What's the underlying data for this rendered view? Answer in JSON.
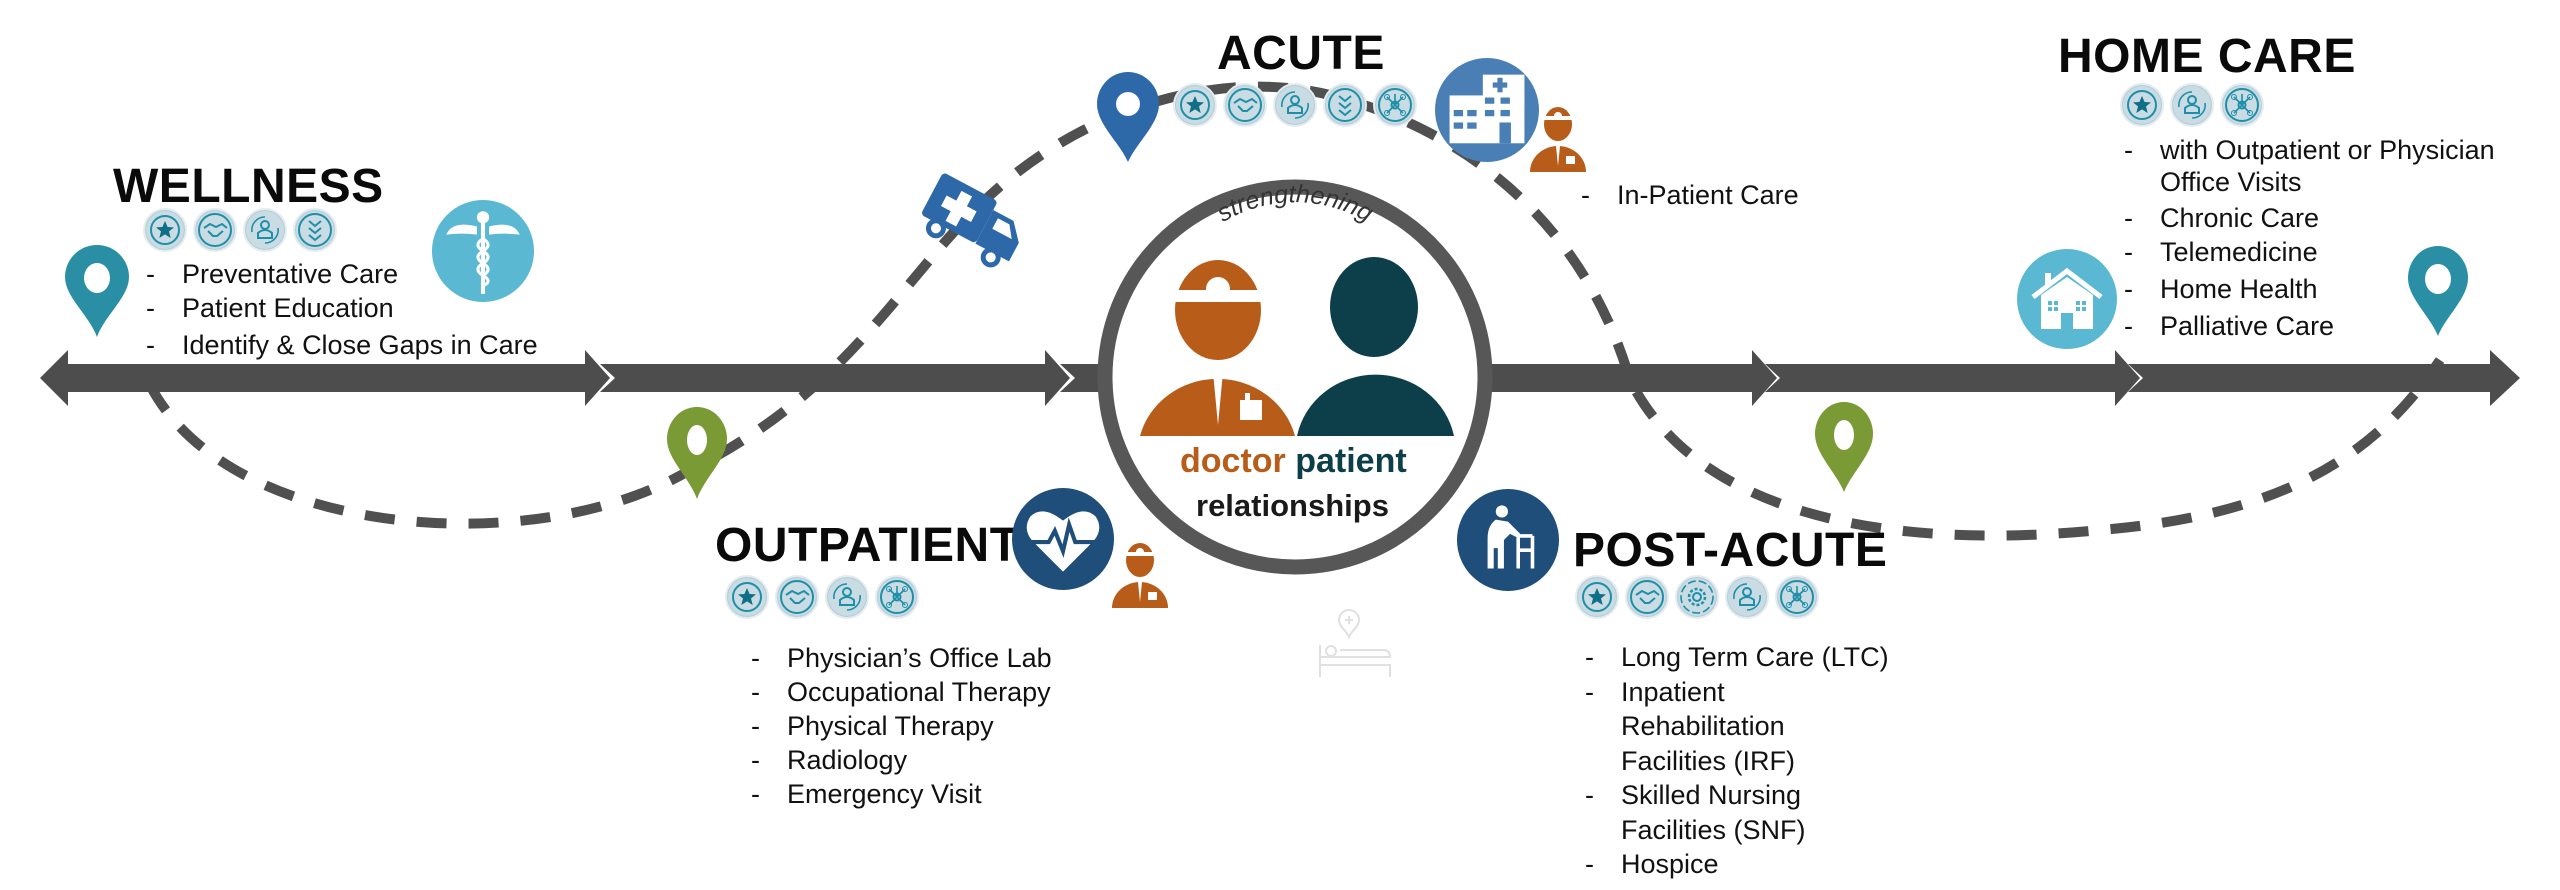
{
  "diagram": {
    "center": {
      "arc_label": "strengthening",
      "word_doctor": "doctor",
      "word_patient": "patient",
      "word_relationships": "relationships"
    },
    "stages": {
      "wellness": {
        "title": "WELLNESS",
        "badges": [
          "star-badge-icon",
          "handshake-badge-icon",
          "person-cycle-badge-icon",
          "chevrons-down-badge-icon"
        ],
        "items": [
          "Preventative Care",
          "Patient Education",
          "Identify & Close Gaps in Care"
        ],
        "icon": "caduceus-icon"
      },
      "outpatient": {
        "title": "OUTPATIENT",
        "badges": [
          "star-badge-icon",
          "handshake-badge-icon",
          "person-cycle-badge-icon",
          "network-badge-icon"
        ],
        "items": [
          "Physician’s Office Lab",
          "Occupational Therapy",
          "Physical Therapy",
          "Radiology",
          "Emergency Visit"
        ],
        "icon": "heartbeat-icon"
      },
      "acute": {
        "title": "ACUTE",
        "badges": [
          "star-badge-icon",
          "handshake-badge-icon",
          "person-cycle-badge-icon",
          "chevrons-down-badge-icon",
          "network-badge-icon"
        ],
        "items": [
          "In-Patient Care"
        ],
        "icon": "hospital-icon"
      },
      "post_acute": {
        "title": "POST-ACUTE",
        "badges": [
          "star-badge-icon",
          "handshake-badge-icon",
          "gear-cycle-badge-icon",
          "person-cycle-badge-icon",
          "network-badge-icon"
        ],
        "items": [
          "Long Term Care (LTC)",
          "Inpatient Rehabilitation Facilities (IRF)",
          "Skilled Nursing Facilities (SNF)",
          "Hospice"
        ],
        "icon": "elderly-walker-icon"
      },
      "home_care": {
        "title": "HOME CARE",
        "badges": [
          "star-badge-icon",
          "person-cycle-badge-icon",
          "network-badge-icon"
        ],
        "items": [
          "with Outpatient or Physician Office Visits",
          "Chronic Care",
          "Telemedicine",
          "Home Health",
          "Palliative Care"
        ],
        "icon": "house-icon"
      }
    },
    "bullet": "-",
    "colors": {
      "arrow_bar": "#4d4d4d",
      "doctor_orange": "#b85c1a",
      "patient_teal": "#0d3f4a",
      "pin_teal": "#2a8ea5",
      "pin_blue": "#2d68a8",
      "pin_green": "#7a9a35",
      "icon_navy": "#1f4e7a",
      "icon_sky": "#5bb8d3",
      "hospital_blue": "#4a7fb5",
      "badge_fill": "#c9dbe3",
      "badge_line": "#1e8fa8"
    }
  }
}
